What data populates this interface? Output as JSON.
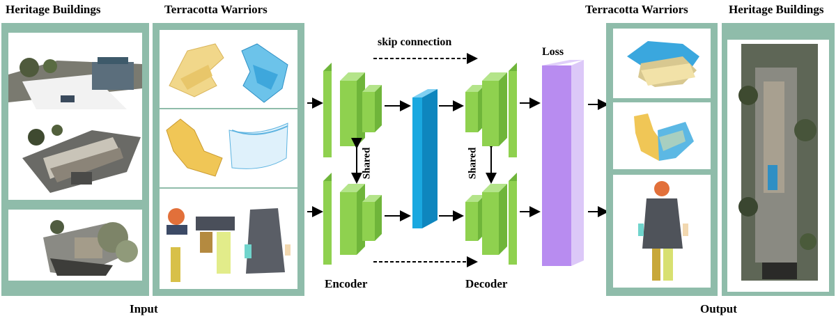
{
  "labels": {
    "heritage_in": "Heritage Buildings",
    "terracotta_in": "Terracotta Warriors",
    "terracotta_out": "Terracotta Warriors",
    "heritage_out": "Heritage Buildings",
    "input": "Input",
    "output": "Output",
    "skip": "skip connection",
    "loss": "Loss",
    "encoder": "Encoder",
    "decoder": "Decoder",
    "shared_enc": "Shared",
    "shared_dec": "Shared"
  },
  "colors": {
    "panel": "#8fbcaa",
    "block_green": "#8fd14f",
    "latent_blue": "#1aa8e0",
    "loss_purple": "#b88cf0"
  }
}
